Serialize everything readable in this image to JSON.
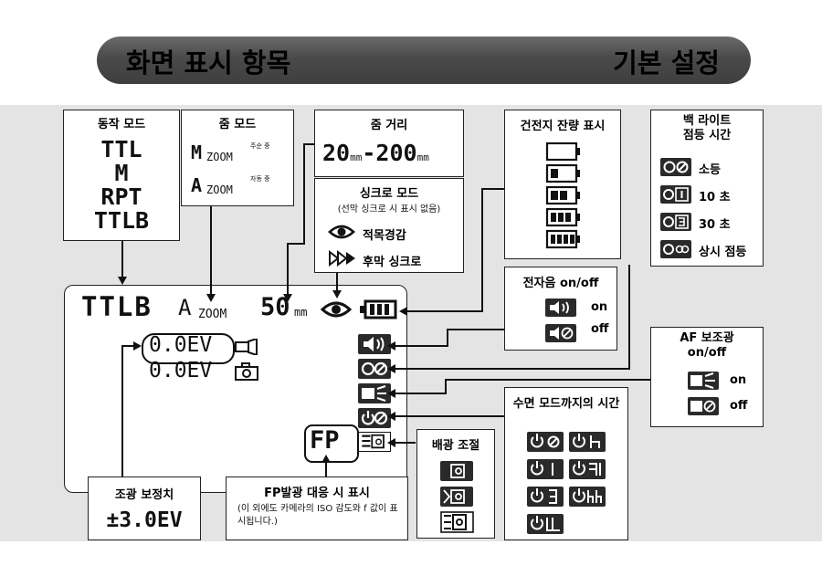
{
  "header": {
    "left_title": "화면 표시 항목",
    "right_title": "기본 설정"
  },
  "mode": {
    "title": "동작 모드",
    "items": [
      "TTL",
      "M",
      "RPT",
      "TTLB"
    ]
  },
  "zoom_mode": {
    "title": "줌 모드",
    "m": "M",
    "a": "A",
    "zoom": "ZOOM",
    "m_note": "주순 중",
    "a_note": "자동 중"
  },
  "zoom_range": {
    "title": "줌 거리",
    "from": "20",
    "to": "200",
    "unit": "mm",
    "dash": "-"
  },
  "sync": {
    "title": "싱크로 모드",
    "subtitle": "(선막 싱크로 시 표시 없음)",
    "items": [
      "적목경감",
      "후막 싱크로"
    ]
  },
  "battery": {
    "title": "건전지 잔량 표시"
  },
  "backlight": {
    "title": "백 라이트\n점등 시간",
    "items": [
      "소등",
      "10 초",
      "30 초",
      "상시 점등"
    ]
  },
  "beep": {
    "title": "전자음 on/off",
    "on": "on",
    "off": "off"
  },
  "af": {
    "title": "AF 보조광\non/off",
    "on": "on",
    "off": "off"
  },
  "sleep": {
    "title": "수면 모드까지의 시간"
  },
  "contrast": {
    "title": "배광 조절"
  },
  "comp": {
    "title": "조광 보정치",
    "value": "±3.0EV"
  },
  "fp": {
    "title": "FP발광 대응 시 표시",
    "desc": "(이 외에도 카메라의 ISO 감도와 f 값이 표시됩니다.)",
    "badge": "FP"
  },
  "lcd": {
    "mode": "TTLB",
    "zoom_a": "A",
    "zoom_word": "ZOOM",
    "focal": "50",
    "unit": "mm",
    "ev1": "0.0EV",
    "ev2": "0.0EV"
  }
}
